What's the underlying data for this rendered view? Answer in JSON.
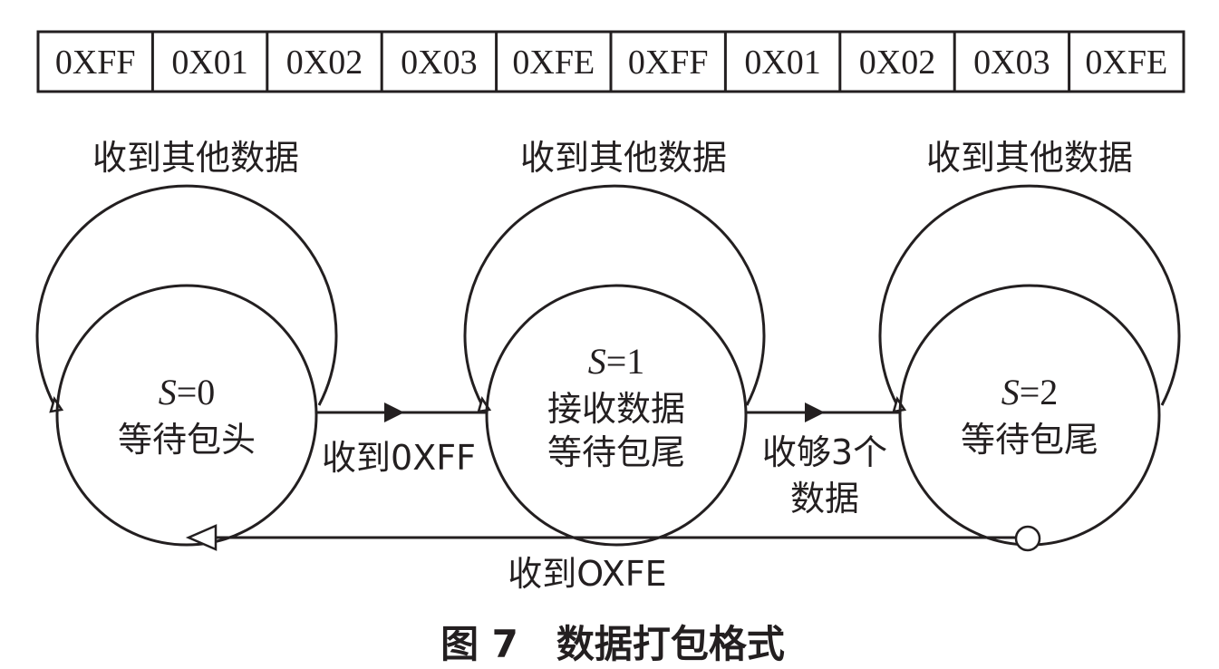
{
  "packet": {
    "cells": [
      "0XFF",
      "0X01",
      "0X02",
      "0X03",
      "0XFE",
      "0XFF",
      "0X01",
      "0X02",
      "0X03",
      "0XFE"
    ]
  },
  "states": [
    {
      "id_var": "S",
      "id_eq": "=",
      "id_val": "0",
      "desc": [
        "等待包头"
      ],
      "self_loop": "收到其他数据"
    },
    {
      "id_var": "S",
      "id_eq": "=",
      "id_val": "1",
      "desc": [
        "接收数据",
        "等待包尾"
      ],
      "self_loop": "收到其他数据"
    },
    {
      "id_var": "S",
      "id_eq": "=",
      "id_val": "2",
      "desc": [
        "等待包尾"
      ],
      "self_loop": "收到其他数据"
    }
  ],
  "transitions": {
    "s0_to_s1": "收到0XFF",
    "s1_to_s2": [
      "收够3个",
      "数据"
    ],
    "s2_to_s0": "收到OXFE"
  },
  "caption": "图 7　数据打包格式"
}
